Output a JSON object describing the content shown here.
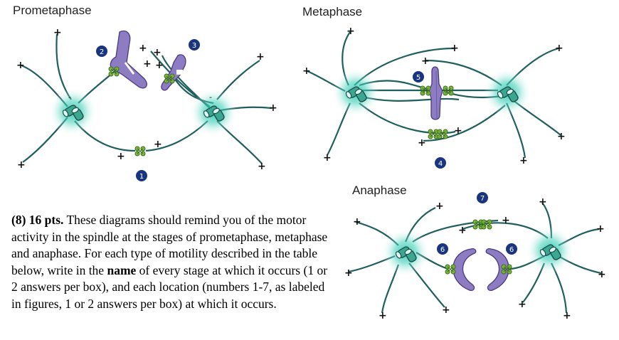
{
  "stages": {
    "prometaphase": "Prometaphase",
    "metaphase": "Metaphase",
    "anaphase": "Anaphase"
  },
  "markers": [
    "1",
    "2",
    "3",
    "4",
    "5",
    "6",
    "6",
    "7"
  ],
  "plus_sign": "+",
  "minus_sign": "-",
  "question": {
    "lead": "(8) 16 pts.",
    "part1": " These diagrams should remind you of the motor activity in the spindle at the stages of prometaphase, metaphase and anaphase.  For each type of motility described in the table below, write in the ",
    "bold_word": "name",
    "part2": " of every stage at which it occurs (1 or 2 answers per box), and each location (numbers 1-7, as labeled in figures, 1 or 2 answers per box) at which it occurs."
  },
  "colors": {
    "microtubule": "#1f5f5f",
    "centrosome": "#2fc9b0",
    "chromosome": "#8e7cc3",
    "motor": "#7ab83a",
    "marker": "#1a3580"
  }
}
